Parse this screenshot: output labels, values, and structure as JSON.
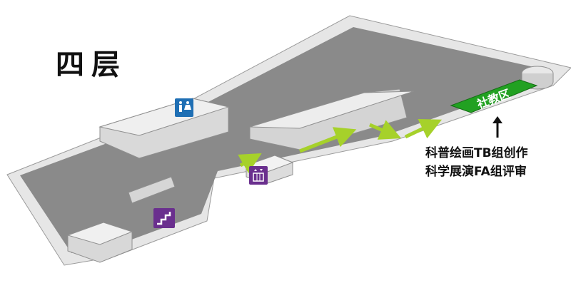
{
  "floor": {
    "title": "四层"
  },
  "zone": {
    "label": "社教区",
    "color": "#22a122"
  },
  "info": {
    "line1": "科普绘画TB组创作",
    "line2": "科学展演FA组评审"
  },
  "icons": {
    "restroom": "restroom-icon",
    "elevator": "elevator-icon",
    "stairs": "stairs-icon"
  },
  "colors": {
    "floor": "#8a8a8a",
    "wall_top": "#e8e8e8",
    "wall_side": "#b5b5b5",
    "path_arrow": "#a6d12a",
    "icon_restroom": "#1f6fb4",
    "icon_purple": "#6a2f8e"
  }
}
